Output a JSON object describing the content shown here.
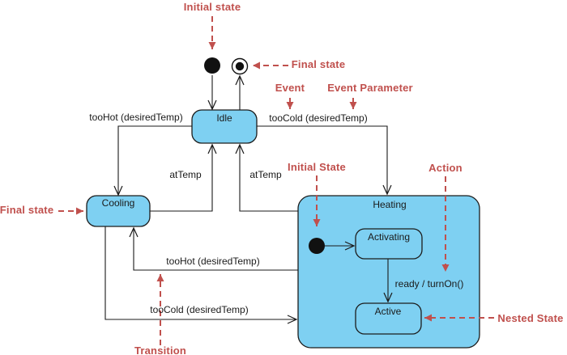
{
  "diagram": {
    "states": {
      "idle": "Idle",
      "cooling": "Cooling",
      "heating": "Heating",
      "activating": "Activating",
      "active": "Active"
    },
    "transitions": {
      "idle_to_cooling": "tooHot (desiredTemp)",
      "idle_to_heating": "tooCold (desiredTemp)",
      "cooling_to_idle": "atTemp",
      "heating_to_idle": "atTemp",
      "heating_to_cooling": "tooHot (desiredTemp)",
      "cooling_to_heating": "tooCold (desiredTemp)",
      "activating_to_active": "ready / turnOn()"
    },
    "annotations": {
      "initial_state_top": "Initial state",
      "final_state_top": "Final state",
      "event": "Event",
      "event_parameter": "Event Parameter",
      "initial_state_nested": "Initial State",
      "action": "Action",
      "final_state_left": "Final state",
      "nested_state": "Nested State",
      "transition": "Transition"
    },
    "colors": {
      "state_fill": "#7ed0f2",
      "state_border": "#1c1c1c",
      "line": "#1a1a1a",
      "annotation": "#c0504d",
      "node_fill": "#111111"
    }
  }
}
